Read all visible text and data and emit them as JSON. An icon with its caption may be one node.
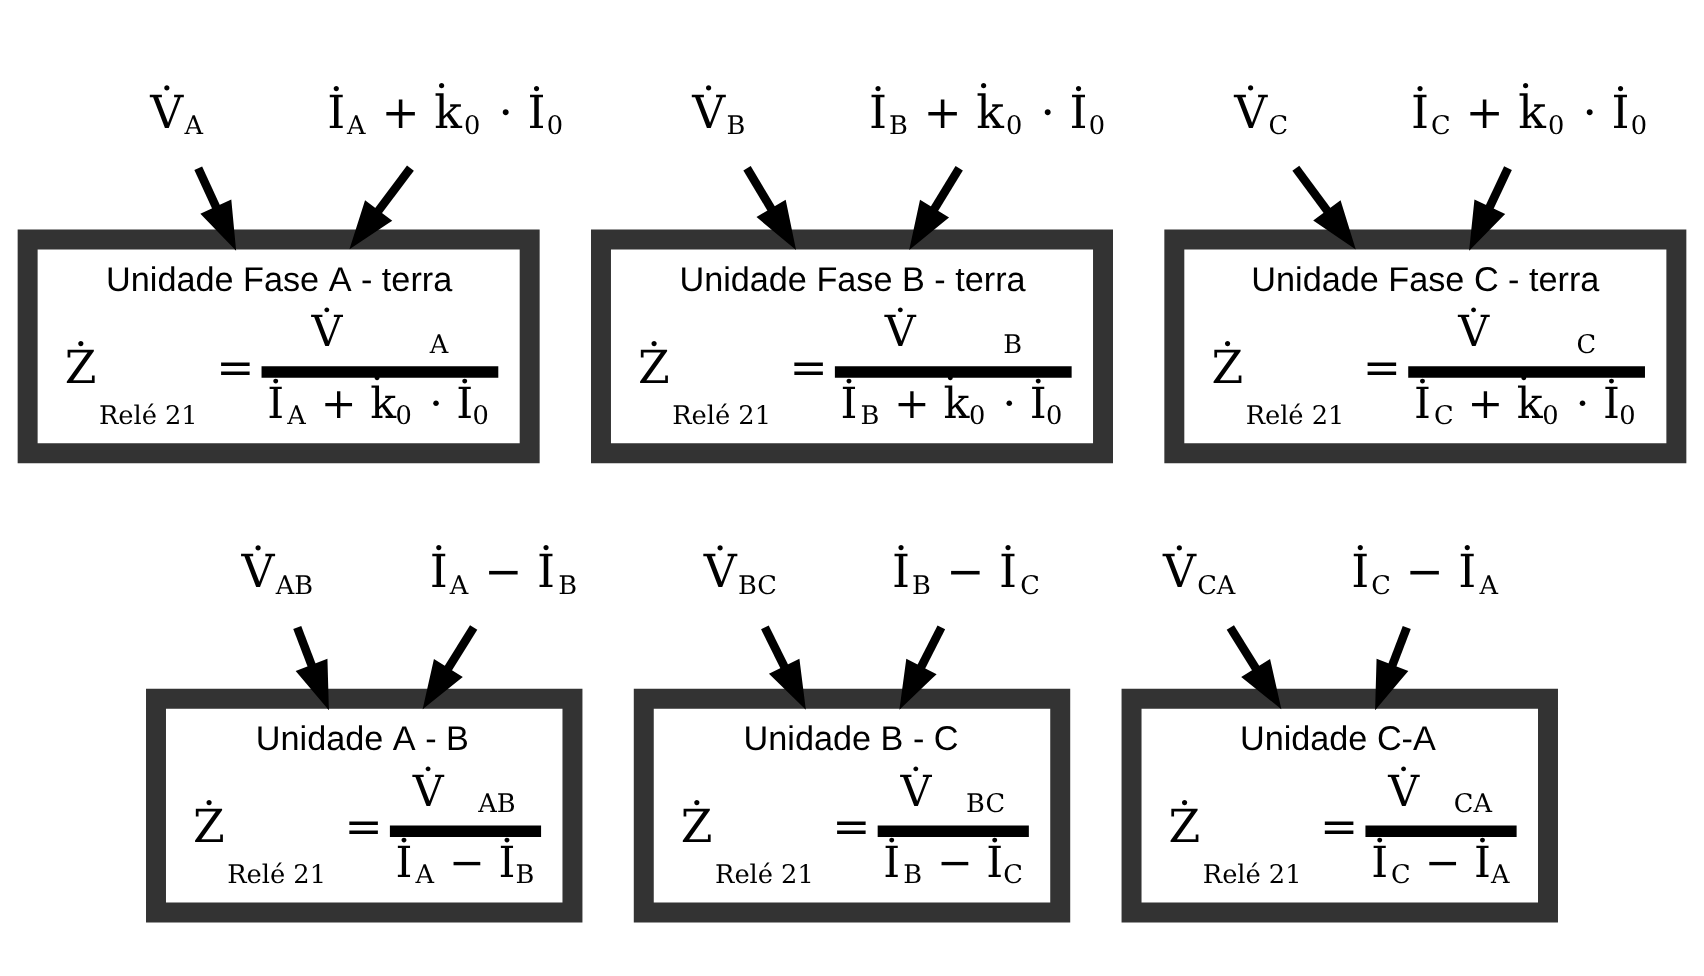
{
  "diagram": {
    "nodes": [
      {
        "text": [
          "V̇$_{A}$"
        ]
      },
      {
        "text": [
          "İ$_{A}$ + k̇$_{0}$ · İ$_{0}$"
        ]
      },
      {
        "text": [
          "V̇$_{B}$"
        ]
      },
      {
        "text": [
          "İ$_{B}$ + k̇$_{0}$ · İ$_{0}$"
        ]
      },
      {
        "text": [
          "V̇$_{C}$"
        ]
      },
      {
        "text": [
          "İ$_{C}$ + k̇$_{0}$ · İ$_{0}$"
        ]
      },
      {
        "text": [
          "Unidade Fase A - terra",
          "Ż$_{Relé 21}$ =",
          "V̇$_{A}$",
          "İ$_{A}$ + k̇$_{0}$ · İ$_{0}$"
        ]
      },
      {
        "text": [
          "Unidade Fase B - terra",
          "Ż$_{Relé 21}$ =",
          "V̇$_{B}$",
          "İ$_{B}$ + k̇$_{0}$ · İ$_{0}$"
        ]
      },
      {
        "text": [
          "Unidade Fase C - terra",
          "Ż$_{Relé 21}$ =",
          "V̇$_{C}$",
          "İ$_{C}$ + k̇$_{0}$ · İ$_{0}$"
        ]
      },
      {
        "text": [
          "V̇$_{AB}$"
        ]
      },
      {
        "text": [
          "İ$_{A}$ − İ$_{B}$"
        ]
      },
      {
        "text": [
          "V̇$_{BC}$"
        ]
      },
      {
        "text": [
          "İ$_{B}$ − İ$_{C}$"
        ]
      },
      {
        "text": [
          "V̇$_{CA}$"
        ]
      },
      {
        "text": [
          "İ$_{C}$ − İ$_{A}$"
        ]
      },
      {
        "text": [
          "Unidade A - B",
          "Ż$_{Relé 21}$ =",
          "V̇$_{AB}$",
          "İ$_{A}$ − İ$_{B}$"
        ]
      },
      {
        "text": [
          "Unidade B - C",
          "Ż$_{Relé 21}$ =",
          "V̇$_{BC}$",
          "İ$_{B}$ − İ$_{C}$"
        ]
      },
      {
        "text": [
          "Unidade C-A",
          "Ż$_{Relé 21}$ =",
          "V̇$_{CA}$",
          "İ$_{C}$ − İ$_{A}$"
        ]
      }
    ],
    "edges": [
      {
        "from": 0,
        "to": 6,
        "arrow": "to"
      },
      {
        "from": 1,
        "to": 6,
        "arrow": "to"
      },
      {
        "from": 2,
        "to": 7,
        "arrow": "to"
      },
      {
        "from": 3,
        "to": 7,
        "arrow": "to"
      },
      {
        "from": 4,
        "to": 8,
        "arrow": "to"
      },
      {
        "from": 5,
        "to": 8,
        "arrow": "to"
      },
      {
        "from": 9,
        "to": 15,
        "arrow": "to"
      },
      {
        "from": 10,
        "to": 15,
        "arrow": "to"
      },
      {
        "from": 11,
        "to": 16,
        "arrow": "to"
      },
      {
        "from": 12,
        "to": 16,
        "arrow": "to"
      },
      {
        "from": 13,
        "to": 17,
        "arrow": "to"
      },
      {
        "from": 14,
        "to": 17,
        "arrow": "to"
      }
    ]
  }
}
